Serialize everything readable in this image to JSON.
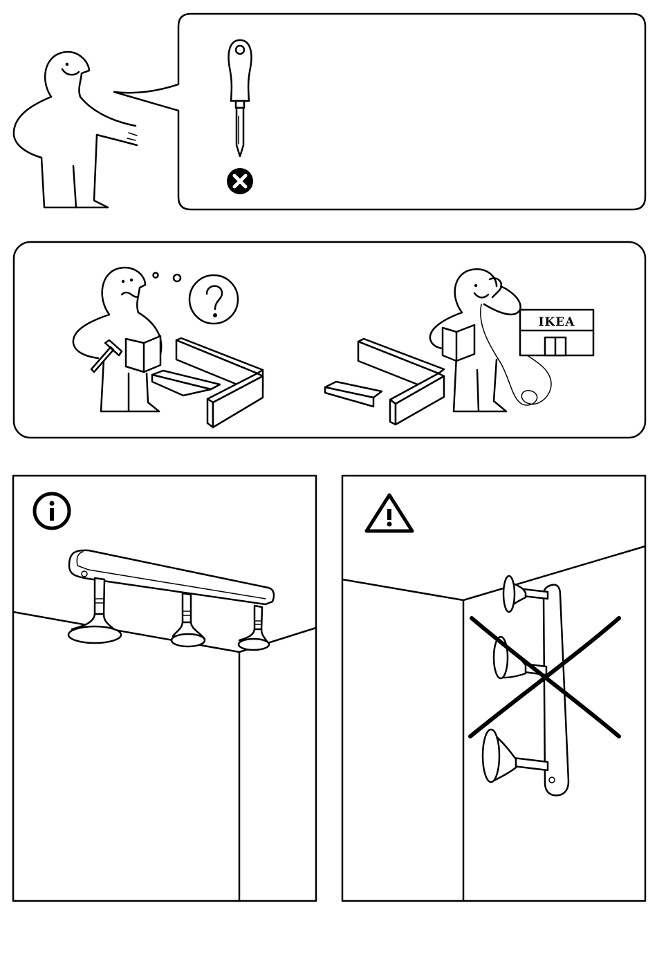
{
  "store_sign": {
    "text": "IKEA"
  },
  "icons": {
    "do_not_icon": "cross-circle",
    "question_icon": "question-mark-bubble",
    "info_icon": "info-circle",
    "warning_icon": "warning-triangle"
  },
  "colors": {
    "line": "#000000",
    "background": "#ffffff",
    "shade": "#e6e6e6"
  }
}
